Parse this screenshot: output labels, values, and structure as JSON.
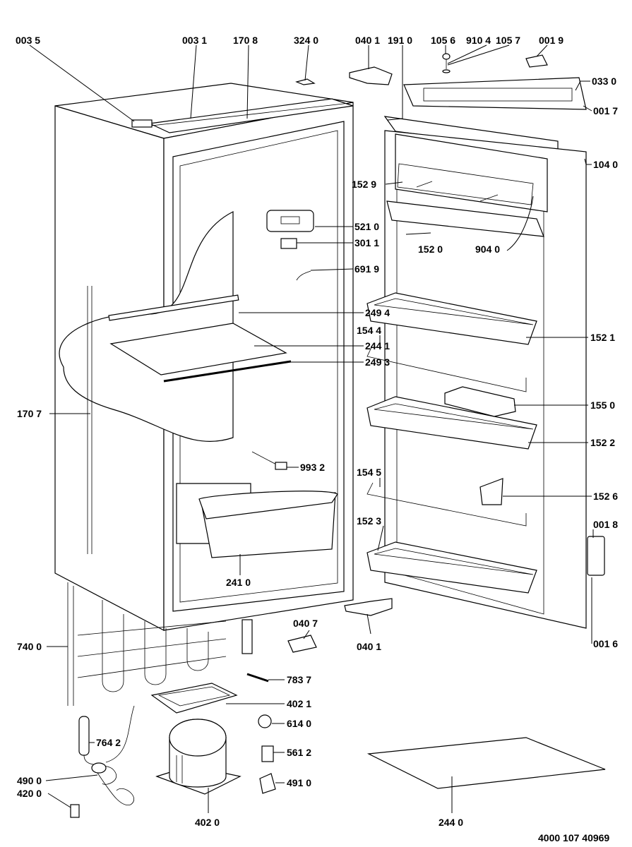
{
  "diagram": {
    "document_number": "4000 107 40969",
    "labels": {
      "p0035": "003 5",
      "p0031": "003 1",
      "p1708": "170 8",
      "p3240": "324 0",
      "p0401a": "040 1",
      "p1910": "191 0",
      "p1056": "105 6",
      "p9104": "910 4",
      "p1057": "105 7",
      "p0019": "001 9",
      "p0330": "033 0",
      "p0017": "001 7",
      "p1040": "104 0",
      "p1529": "152 9",
      "p5210": "521 0",
      "p3011": "301 1",
      "p1520": "152 0",
      "p9040": "904 0",
      "p6919": "691 9",
      "p2494": "249 4",
      "p1544": "154 4",
      "p1521": "152 1",
      "p2441": "244 1",
      "p2493": "249 3",
      "p1707": "170 7",
      "p1550": "155 0",
      "p1522": "152 2",
      "p9932": "993 2",
      "p1545": "154 5",
      "p1526": "152 6",
      "p1523": "152 3",
      "p0018": "001 8",
      "p2410": "241 0",
      "p0407": "040 7",
      "p0401b": "040 1",
      "p7400": "740 0",
      "p0016": "001 6",
      "p7837": "783 7",
      "p4021": "402 1",
      "p7642": "764 2",
      "p6140": "614 0",
      "p5612": "561 2",
      "p4900": "490 0",
      "p4910": "491 0",
      "p4200": "420 0",
      "p4020": "402 0",
      "p2440": "244 0"
    }
  }
}
